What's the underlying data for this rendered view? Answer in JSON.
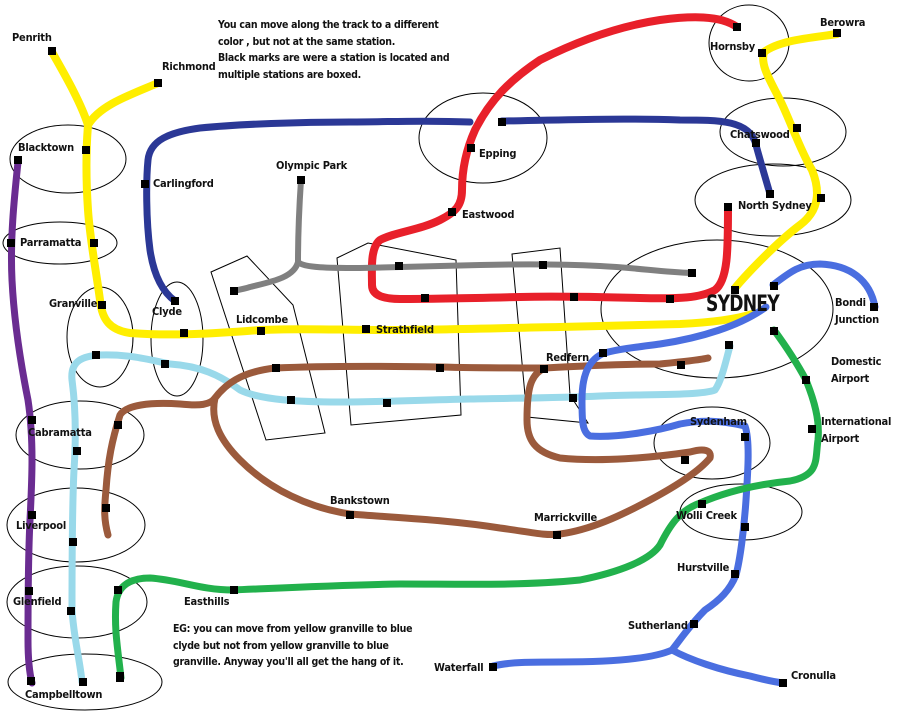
{
  "notes": {
    "top_line1": "You can move along the track to a different",
    "top_line2": "color , but not at the same station.",
    "top_line3": "Black marks are were a station is located and",
    "top_line4": "multiple stations are boxed.",
    "bottom_line1": "EG: you can move from yellow granville to blue",
    "bottom_line2": "clyde but not from yellow granville to blue",
    "bottom_line3": "granville. Anyway you'll all get the hang of it."
  },
  "hub": {
    "label": "SYDNEY"
  },
  "line_colors": {
    "yellow": "#ffee00",
    "red": "#e8202a",
    "navy": "#2b3896",
    "gray": "#808080",
    "purple": "#6a2c91",
    "light_blue": "#99d9ea",
    "brown": "#9b5a3c",
    "blue": "#4a6ee0",
    "green": "#22b14c"
  },
  "stations": {
    "penrith": "Penrith",
    "richmond": "Richmond",
    "blacktown": "Blacktown",
    "parramatta": "Parramatta",
    "granville": "Granville",
    "clyde": "Clyde",
    "carlingford": "Carlingford",
    "olympic_park": "Olympic Park",
    "lidcombe": "Lidcombe",
    "strathfield": "Strathfield",
    "epping": "Epping",
    "eastwood": "Eastwood",
    "hornsby": "Hornsby",
    "berowra": "Berowra",
    "chatswood": "Chatswood",
    "north_sydney": "North Sydney",
    "bondi_line1": "Bondi",
    "bondi_line2": "Junction",
    "domestic_line1": "Domestic",
    "domestic_line2": "Airport",
    "international_line1": "International",
    "international_line2": "Airport",
    "redfern": "Redfern",
    "sydenham": "Sydenham",
    "wolli_creek": "Wolli Creek",
    "hurstville": "Hurstville",
    "sutherland": "Sutherland",
    "cronulla": "Cronulla",
    "waterfall": "Waterfall",
    "marrickville": "Marrickville",
    "bankstown": "Bankstown",
    "easthills": "Easthills",
    "cabramatta": "Cabramatta",
    "liverpool": "Liverpool",
    "glenfield": "Glenfield",
    "campbelltown": "Campbelltown"
  }
}
